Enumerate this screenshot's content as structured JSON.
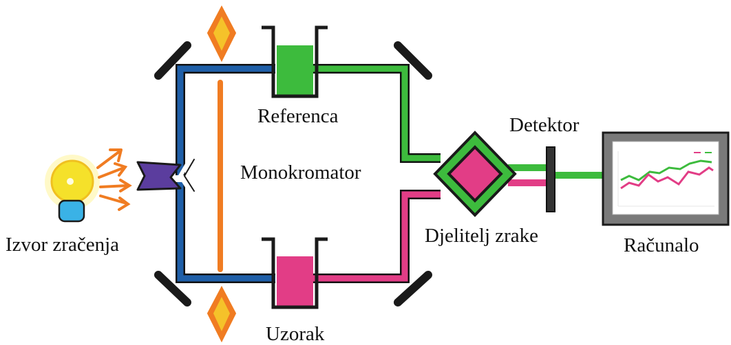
{
  "diagram": {
    "title": "",
    "labels": {
      "source": "Izvor zračenja",
      "reference": "Referenca",
      "monochromator": "Monokromator",
      "sample": "Uzorak",
      "detector": "Detektor",
      "beam_splitter": "Djelitelj zrake",
      "computer": "Računalo"
    },
    "colors": {
      "beam_source": "#1f5fa8",
      "beam_reference": "#3dbb3d",
      "beam_sample": "#e23d86",
      "reference_cell_fill": "#3dbb3d",
      "sample_cell_fill": "#e23d86",
      "grating": "#f07c22",
      "lamp": "#f5e12a",
      "lamp_base": "#3ab2e6",
      "monochromator_slit": "#5b3d9e",
      "mirror": "#1a1a1a",
      "monitor_frame": "#777777"
    },
    "icons": [
      "light-bulb-icon",
      "mirror-icon",
      "grating-icon",
      "cuvette-icon",
      "beam-splitter-icon",
      "detector-icon",
      "computer-monitor-icon"
    ]
  }
}
